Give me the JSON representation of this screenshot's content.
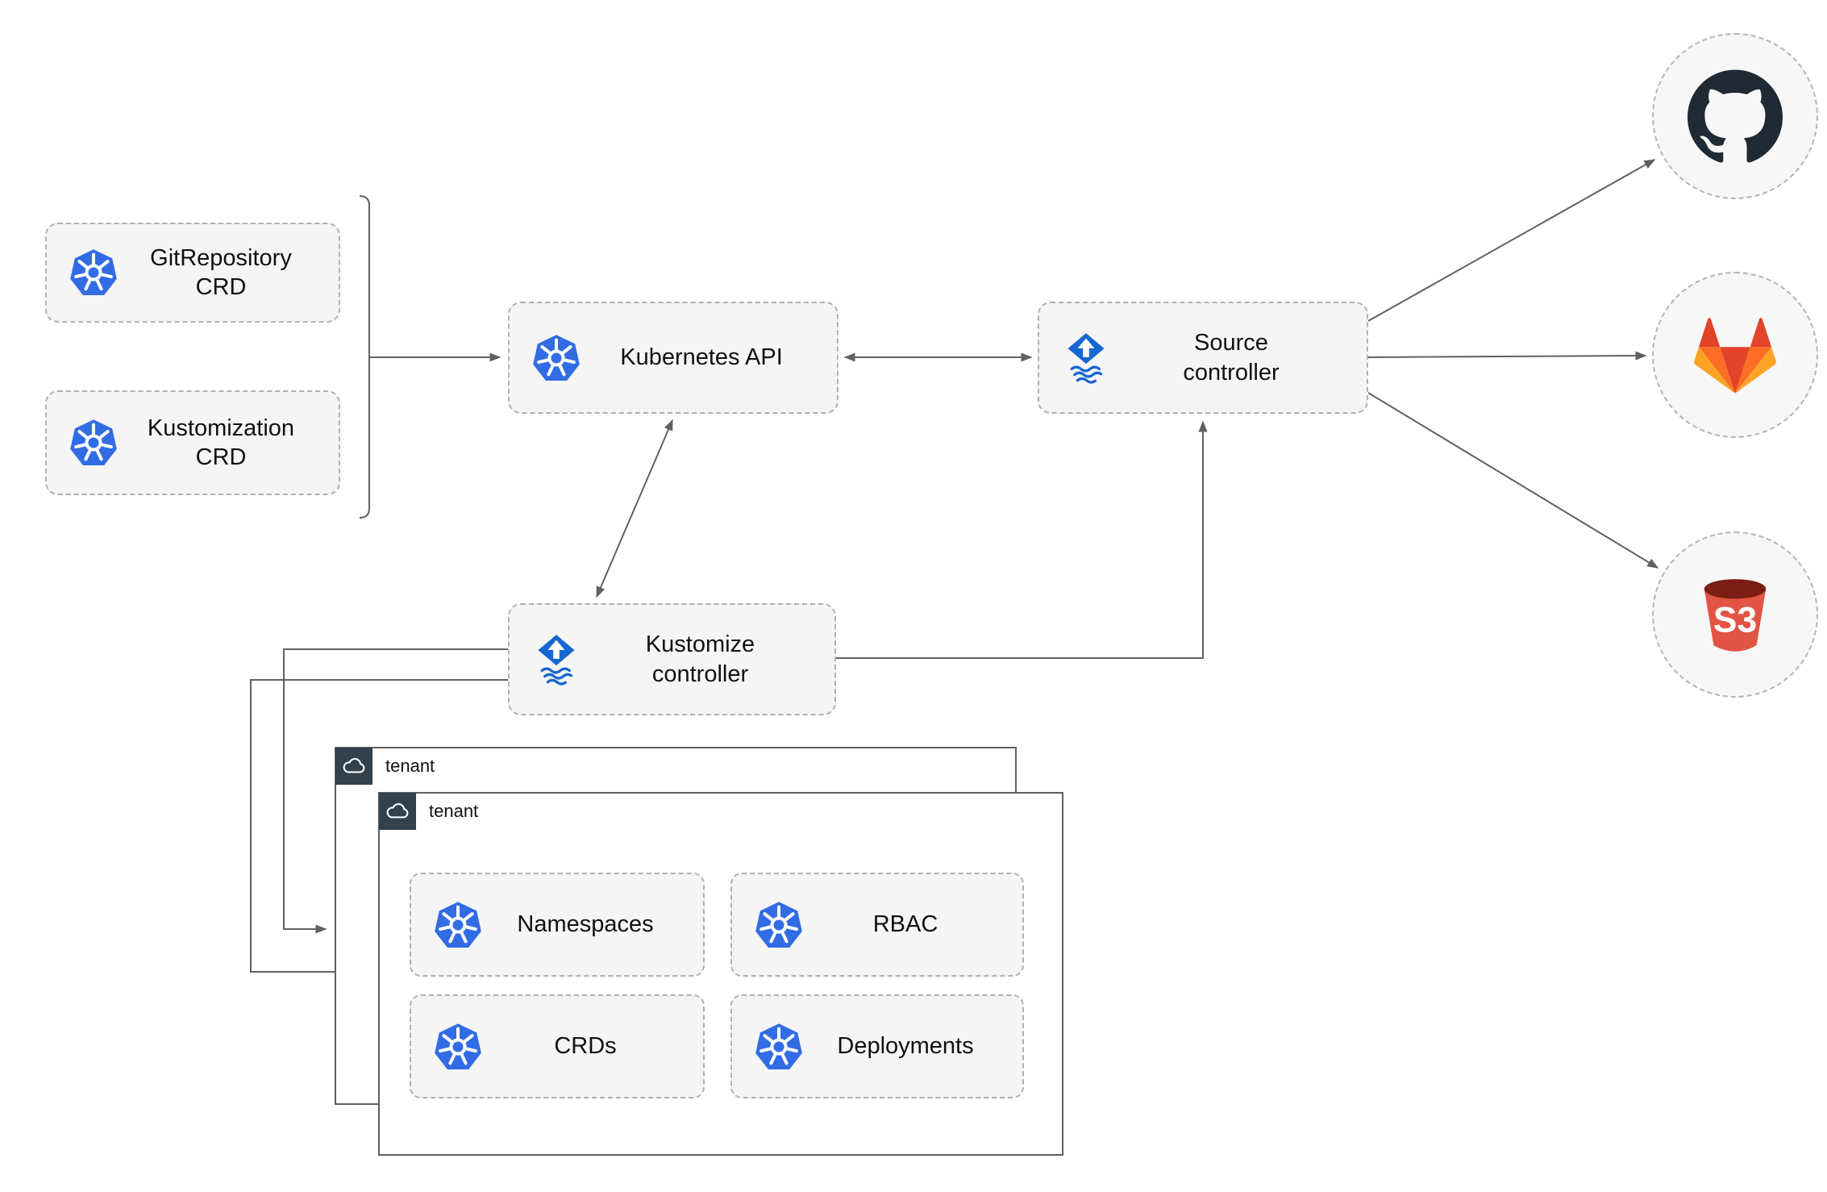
{
  "nodes": {
    "gitrepository_crd": "GitRepository\nCRD",
    "kustomization_crd": "Kustomization\nCRD",
    "kubernetes_api": "Kubernetes API",
    "source_controller": "Source\ncontroller",
    "kustomize_controller": "Kustomize\ncontroller",
    "namespaces": "Namespaces",
    "rbac": "RBAC",
    "crds": "CRDs",
    "deployments": "Deployments"
  },
  "containers": {
    "tenant_back": "tenant",
    "tenant_front": "tenant"
  },
  "s3_text": "S3",
  "icons": {
    "kubernetes": "kubernetes-logo",
    "flux": "flux-cd-logo",
    "cloud": "cloud-icon",
    "github": "github-octocat-logo",
    "gitlab": "gitlab-tanuki-logo",
    "s3": "amazon-s3-bucket-logo"
  },
  "colors": {
    "kubernetes_blue": "#326ce5",
    "flux_blue": "#1767d0",
    "box_fill": "#f5f5f5",
    "box_border": "#b0b0b0",
    "arrow_gray": "#616161",
    "tenant_header_dark": "#33414c",
    "gitlab_orange": "#fc6d26",
    "gitlab_red": "#e24329",
    "gitlab_yellow": "#fca326",
    "s3_red": "#e25444",
    "s3_dark_red": "#7b1d13",
    "github_dark": "#1f2a35"
  },
  "edges": [
    {
      "from": "crd-group",
      "to": "kubernetes-api",
      "style": "arrow"
    },
    {
      "from": "kubernetes-api",
      "to": "source-controller",
      "style": "bidirectional"
    },
    {
      "from": "kubernetes-api",
      "to": "kustomize-controller",
      "style": "bidirectional"
    },
    {
      "from": "kustomize-controller",
      "to": "source-controller",
      "style": "arrow"
    },
    {
      "from": "source-controller",
      "to": "github",
      "style": "arrow"
    },
    {
      "from": "source-controller",
      "to": "gitlab",
      "style": "arrow"
    },
    {
      "from": "source-controller",
      "to": "s3",
      "style": "arrow"
    },
    {
      "from": "kustomize-controller",
      "to": "tenant-back",
      "style": "arrow"
    },
    {
      "from": "kustomize-controller",
      "to": "tenant-front",
      "style": "arrow"
    }
  ]
}
